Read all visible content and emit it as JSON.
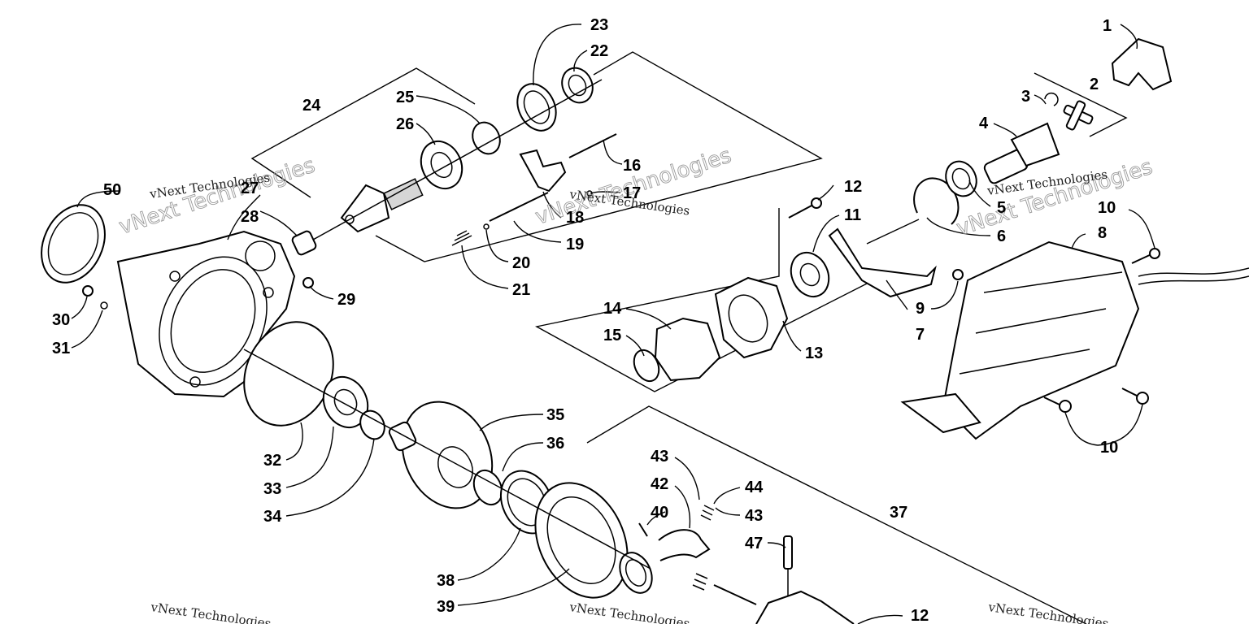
{
  "callouts": {
    "c1": "1",
    "c2": "2",
    "c3": "3",
    "c4": "4",
    "c5": "5",
    "c6": "6",
    "c7": "7",
    "c8": "8",
    "c9": "9",
    "c10a": "10",
    "c10b": "10",
    "c11": "11",
    "c12a": "12",
    "c12b": "12",
    "c13": "13",
    "c14": "14",
    "c15": "15",
    "c16": "16",
    "c17": "17",
    "c18": "18",
    "c19": "19",
    "c20": "20",
    "c21": "21",
    "c22": "22",
    "c23": "23",
    "c24": "24",
    "c25": "25",
    "c26": "26",
    "c27": "27",
    "c28": "28",
    "c29": "29",
    "c30": "30",
    "c31": "31",
    "c32": "32",
    "c33": "33",
    "c34": "34",
    "c35": "35",
    "c36": "36",
    "c37": "37",
    "c38": "38",
    "c39": "39",
    "c40": "40",
    "c42": "42",
    "c43a": "43",
    "c43b": "43",
    "c44": "44",
    "c47": "47",
    "c50": "50"
  },
  "watermark": {
    "small": "vNext Technologies",
    "big": "vNext Technologies"
  },
  "colors": {
    "ink": "#000000",
    "paper": "#ffffff",
    "watermark": "#9a9a9a"
  }
}
